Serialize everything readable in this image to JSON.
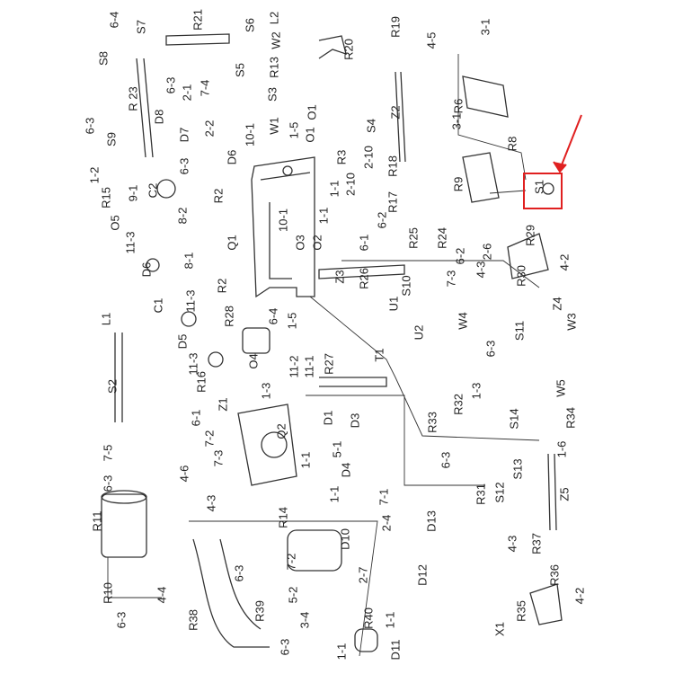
{
  "diagram": {
    "type": "exploded-parts-diagram",
    "highlight_color": "#e02020",
    "line_color": "#333333",
    "highlighted_part": "S1",
    "labels": [
      "6-4",
      "S7",
      "R21",
      "S6",
      "L2",
      "W2",
      "R20",
      "R19",
      "4-5",
      "3-1",
      "S8",
      "R 23",
      "6-3",
      "2-1",
      "7-4",
      "S5",
      "R13",
      "S3",
      "W1",
      "10-1",
      "1-5",
      "O1",
      "O1",
      "D8",
      "D7",
      "2-2",
      "S9",
      "6-3",
      "1-2",
      "R15",
      "9-1",
      "O5",
      "C2",
      "6-3",
      "8-2",
      "D6",
      "R2",
      "R3",
      "S4",
      "R18",
      "2-10",
      "2-10",
      "1-1",
      "R17",
      "Z2",
      "3-1",
      "R6",
      "R8",
      "R9",
      "S1",
      "11-3",
      "8-1",
      "Q1",
      "10-1",
      "O2",
      "1-1",
      "O3",
      "6-1",
      "6-2",
      "R25",
      "R24",
      "6-2",
      "2-6",
      "R29",
      "D6",
      "C1",
      "11-3",
      "R2",
      "Z3",
      "R26",
      "S10",
      "7-3",
      "4-3",
      "4-2",
      "R30",
      "Z4",
      "U1",
      "L1",
      "R28",
      "6-4",
      "1-5",
      "U2",
      "W4",
      "S11",
      "W3",
      "D5",
      "O4",
      "6-3",
      "11-3",
      "R16",
      "11-2",
      "11-1",
      "R27",
      "T1",
      "S2",
      "1-3",
      "W5",
      "6-1",
      "Z1",
      "D1",
      "D3",
      "R33",
      "R32",
      "1-3",
      "S14",
      "R34",
      "7-2",
      "Q2",
      "1-6",
      "7-5",
      "6-3",
      "4-6",
      "7-3",
      "5-1",
      "1-1",
      "D4",
      "6-3",
      "S13",
      "R31",
      "S12",
      "4-3",
      "1-1",
      "7-1",
      "Z5",
      "R11",
      "R14",
      "D10",
      "2-4",
      "D13",
      "4-3",
      "R37",
      "6-3",
      "7-2",
      "5-2",
      "2-7",
      "D12",
      "R10",
      "4-4",
      "R36",
      "R39",
      "3-4",
      "R40",
      "1-1",
      "R35",
      "4-2",
      "X1",
      "R38",
      "6-3",
      "6-3",
      "1-1",
      "D11"
    ]
  }
}
